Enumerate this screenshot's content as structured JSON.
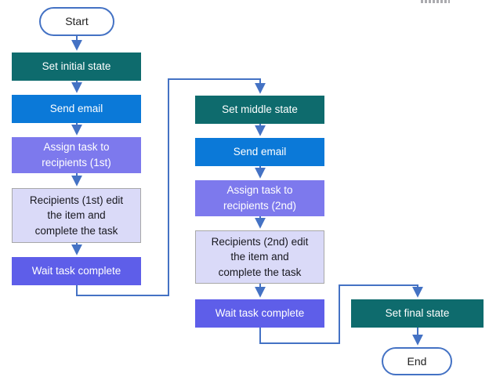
{
  "diagram": {
    "type": "flowchart",
    "nodes": {
      "start": "Start",
      "set_initial_state": "Set initial state",
      "send_email_first": "Send email",
      "assign_task_first": "Assign task to recipients (1st)",
      "recipients_first": "Recipients (1st) edit the item and complete the task",
      "wait_first": "Wait task complete",
      "set_middle_state": "Set middle state",
      "send_email_second": "Send email",
      "assign_task_second": "Assign task to recipients (2nd)",
      "recipients_second": "Recipients (2nd) edit the item and complete the task",
      "wait_second": "Wait task complete",
      "set_final_state": "Set final state",
      "end": "End"
    },
    "edges": [
      "start -> set_initial_state",
      "set_initial_state -> send_email_first",
      "send_email_first -> assign_task_first",
      "assign_task_first -> recipients_first",
      "recipients_first -> wait_first",
      "wait_first -> set_middle_state",
      "set_middle_state -> send_email_second",
      "send_email_second -> assign_task_second",
      "assign_task_second -> recipients_second",
      "recipients_second -> wait_second",
      "wait_second -> set_final_state",
      "set_final_state -> end"
    ],
    "colors": {
      "state_box": "#0E6B6D",
      "email_box": "#0B79D8",
      "assign_box": "#7D79ED",
      "wait_box": "#5E5EE9",
      "manual_box": "#DADAF8",
      "manual_box_border": "#A8A8A8",
      "connector": "#4472C4",
      "terminator_border": "#4472C4",
      "light_text": "#FFFFFF",
      "dark_text": "#18181F"
    }
  }
}
